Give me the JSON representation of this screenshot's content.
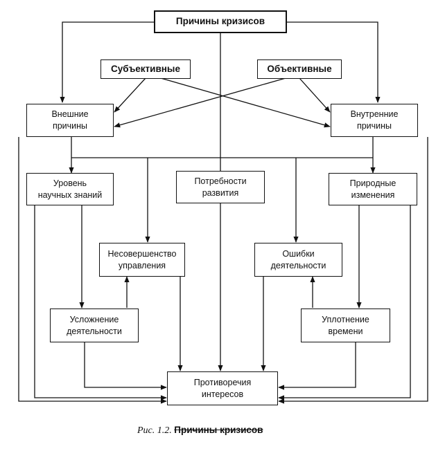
{
  "diagram": {
    "root": "Причины кризисов",
    "subjective": "Субъективные",
    "objective": "Объективные",
    "external": [
      "Внешние",
      "причины"
    ],
    "internal": [
      "Внутренние",
      "причины"
    ],
    "knowledge": [
      "Уровень",
      "научных знаний"
    ],
    "development": [
      "Потребности",
      "развития"
    ],
    "nature": [
      "Природные",
      "изменения"
    ],
    "management": [
      "Несовершенство",
      "управления"
    ],
    "errors": [
      "Ошибки",
      "деятельности"
    ],
    "complexity": [
      "Усложнение",
      "деятельности"
    ],
    "time": [
      "Уплотнение",
      "времени"
    ],
    "contradictions": [
      "Противоречия",
      "интересов"
    ]
  },
  "caption": {
    "prefix": "Рис. 1.2.",
    "struck": "Причины кризисов"
  }
}
